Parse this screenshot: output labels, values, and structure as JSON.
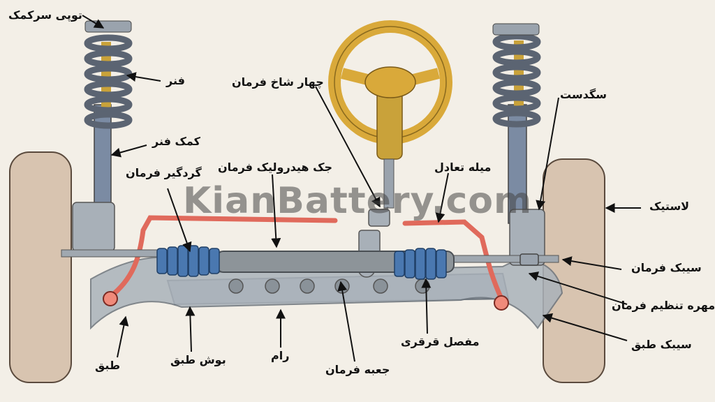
{
  "watermark": "KianBattery.com",
  "labels": {
    "strut_mount": "توپی سرکمک",
    "spring": "فنر",
    "shock": "کمک فنر",
    "boot": "گردگیر فرمان",
    "hydraulic_jack": "جک هیدرولیک فرمان",
    "pitman": "چهار شاخ فرمان",
    "stabilizer": "میله تعادل",
    "knuckle": "سگدست",
    "tire": "لاستیک",
    "tie_rod": "سیبک فرمان",
    "adjust_nut": "مهره تنظیم فرمان",
    "lower_ball": "سیبک طبق",
    "control_arm": "طبق",
    "arm_bush": "بوش طبق",
    "frame": "رام",
    "steering_box": "جعبه فرمان",
    "universal_joint": "مفصل قرقری"
  },
  "colors": {
    "tire": "#d8c4b0",
    "steering_wheel": "#d9a93a",
    "metal": "#9aa3ad",
    "rack": "#8d9499",
    "boot": "#4a78b0",
    "stabilizer": "#e06a5c",
    "spring": "#5b6472"
  }
}
